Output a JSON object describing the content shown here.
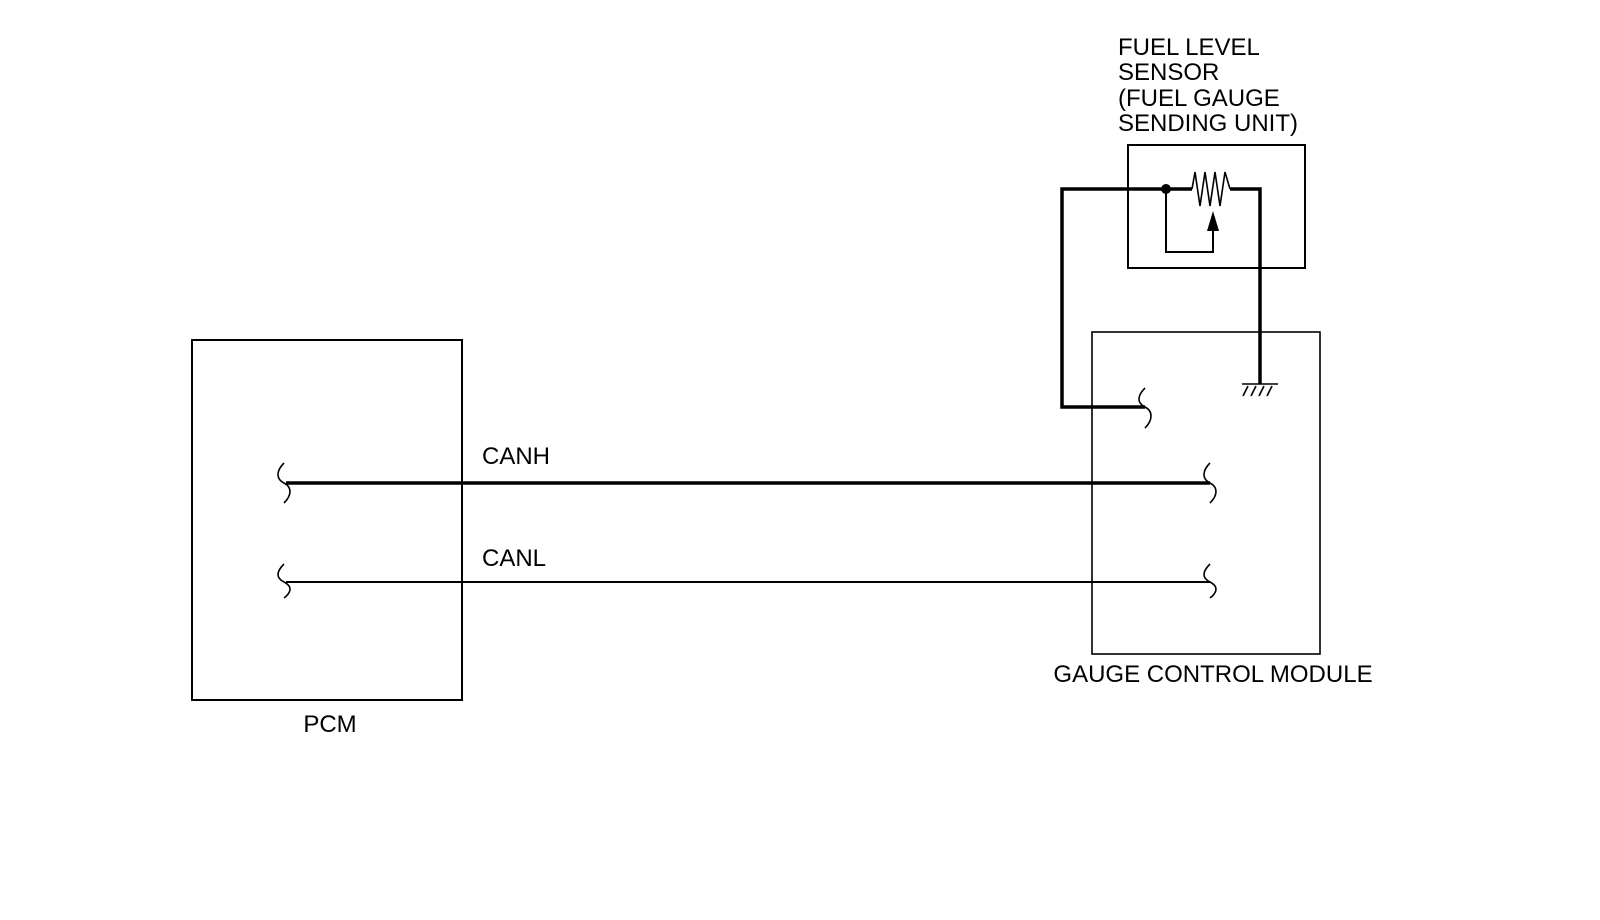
{
  "components": {
    "pcm": {
      "label": "PCM"
    },
    "gauge_module": {
      "label": "GAUGE CONTROL MODULE"
    },
    "fuel_sensor": {
      "label_lines": [
        "FUEL LEVEL",
        "SENSOR",
        "(FUEL GAUGE",
        "SENDING UNIT)"
      ]
    }
  },
  "wires": {
    "canh": {
      "label": "CANH"
    },
    "canl": {
      "label": "CANL"
    }
  },
  "colors": {
    "line": "#000000",
    "background": "#ffffff"
  }
}
